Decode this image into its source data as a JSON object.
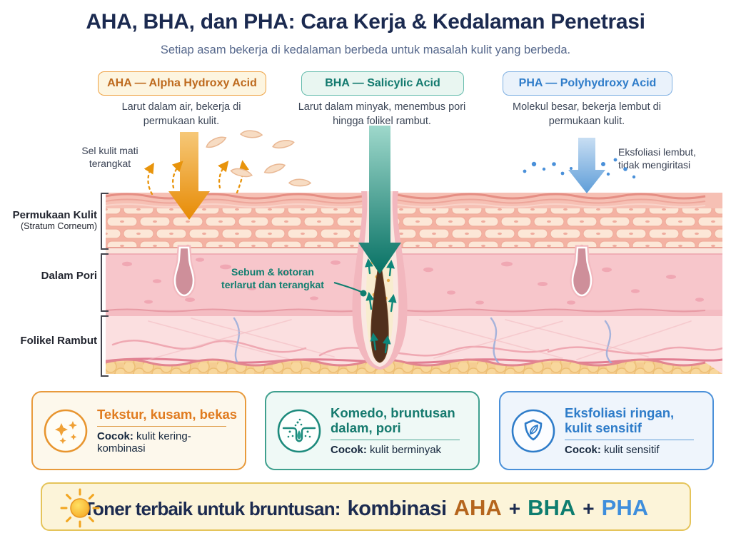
{
  "header": {
    "title": "AHA, BHA, dan PHA: Cara Kerja & Kedalaman Penetrasi",
    "subtitle": "Setiap asam bekerja di kedalaman berbeda untuk masalah kulit yang berbeda."
  },
  "acids": [
    {
      "name": "AHA",
      "pill_label": "AHA — Alpha Hydroxy Acid",
      "description": "Larut dalam air, bekerja di permukaan kulit.",
      "accent_color": "#BE6A1E"
    },
    {
      "name": "BHA",
      "pill_label": "BHA — Salicylic Acid",
      "description": "Larut dalam minyak, menembus pori hingga folikel rambut.",
      "accent_color": "#12796E"
    },
    {
      "name": "PHA",
      "pill_label": "PHA — Polyhydroxy Acid",
      "description": "Molekul besar, bekerja lembut di permukaan kulit.",
      "accent_color": "#2E7CC9"
    }
  ],
  "diagram": {
    "aha_annotation": "Sel kulit mati terangkat",
    "pha_annotation": "Eksfoliasi lembut, tidak mengiritasi",
    "bha_annotation": "Sebum & kotoran terlarut dan terangkat",
    "layers": [
      {
        "label": "Permukaan Kulit",
        "sublabel": "(Stratum Corneum)"
      },
      {
        "label": "Dalam Pori"
      },
      {
        "label": "Folikel Rambut"
      }
    ]
  },
  "benefit_cards": [
    {
      "icon": "sparkles-icon",
      "title": "Tekstur, kusam, bekas",
      "suitable_label": "Cocok:",
      "suitable_for": "kulit kering-kombinasi"
    },
    {
      "icon": "pore-icon",
      "title": "Komedo, bruntusan dalam, pori",
      "suitable_label": "Cocok:",
      "suitable_for": "kulit berminyak"
    },
    {
      "icon": "shield-leaf-icon",
      "title": "Eksfoliasi ringan, kulit sensitif",
      "suitable_label": "Cocok:",
      "suitable_for": "kulit sensitif"
    }
  ],
  "banner": {
    "icon": "sun-icon",
    "lead": "Toner terbaik untuk bruntusan:",
    "combo_word": "kombinasi",
    "acid_1": "AHA",
    "plus_1": "+",
    "acid_2": "BHA",
    "plus_2": "+",
    "acid_3": "PHA"
  },
  "colors": {
    "title_navy": "#1B2A50",
    "aha_orange": "#E8940C",
    "bha_teal": "#0E8476",
    "pha_blue": "#5B9BD5",
    "banner_bg": "#FCF4D9",
    "banner_border": "#E5C45A"
  }
}
